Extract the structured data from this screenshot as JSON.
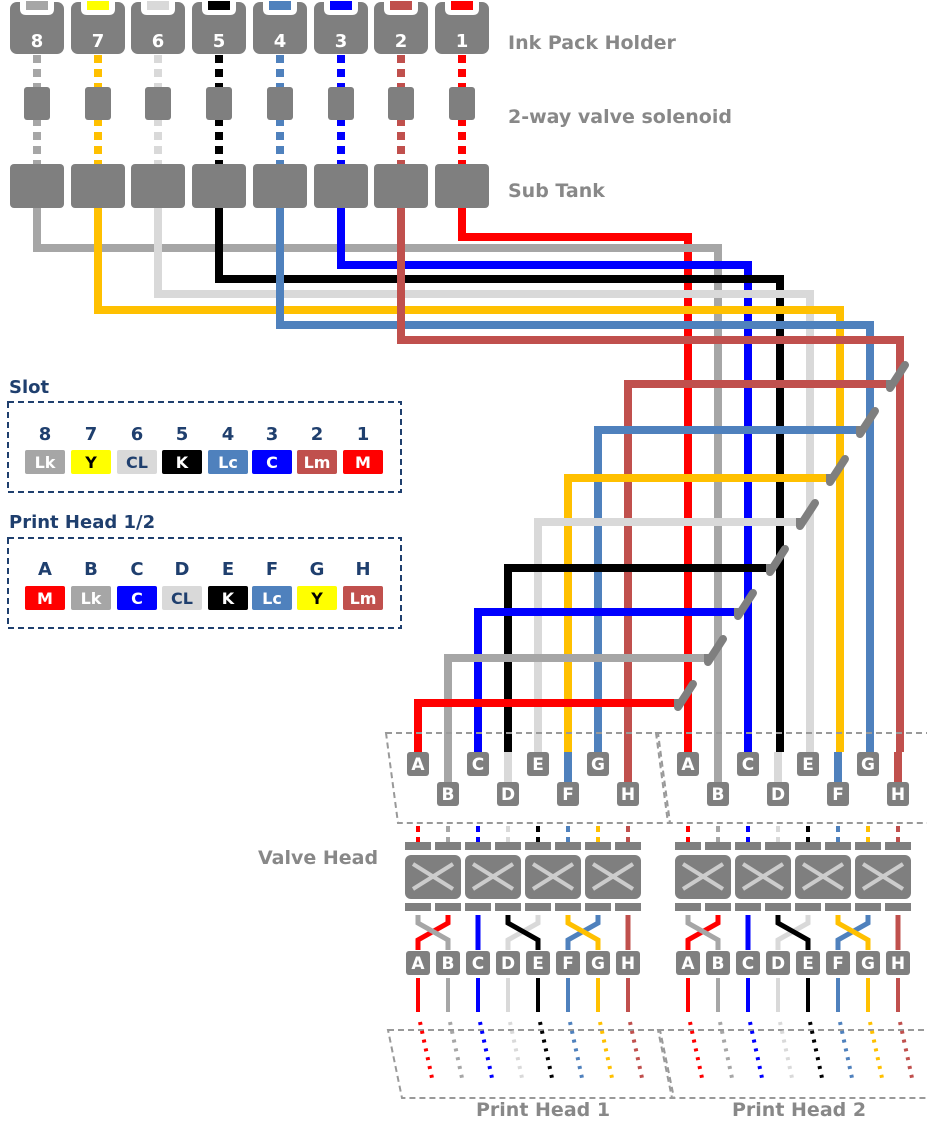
{
  "colors": {
    "M": "#ff0000",
    "Lm": "#c0504d",
    "C": "#0000ff",
    "Lc": "#4f81bd",
    "K": "#000000",
    "CL": "#d9d9d9",
    "Y": "#ffc000",
    "Lk": "#a6a6a6",
    "Y_badge": "#ffff00",
    "component": "#7f7f7f",
    "box_label": "#1f3f6e"
  },
  "labels": {
    "ink_pack_holder": "Ink Pack Holder",
    "valve_2way": "2-way valve solenoid",
    "sub_tank": "Sub Tank",
    "valve_head": "Valve Head",
    "print_head_1": "Print Head 1",
    "print_head_2": "Print Head 2"
  },
  "slot_box": {
    "title": "Slot",
    "items": [
      {
        "num": "8",
        "ink": "Lk"
      },
      {
        "num": "7",
        "ink": "Y"
      },
      {
        "num": "6",
        "ink": "CL"
      },
      {
        "num": "5",
        "ink": "K"
      },
      {
        "num": "4",
        "ink": "Lc"
      },
      {
        "num": "3",
        "ink": "C"
      },
      {
        "num": "2",
        "ink": "Lm"
      },
      {
        "num": "1",
        "ink": "M"
      }
    ]
  },
  "head_box": {
    "title": "Print Head 1/2",
    "items": [
      {
        "letter": "A",
        "ink": "M"
      },
      {
        "letter": "B",
        "ink": "Lk"
      },
      {
        "letter": "C",
        "ink": "C"
      },
      {
        "letter": "D",
        "ink": "CL"
      },
      {
        "letter": "E",
        "ink": "K"
      },
      {
        "letter": "F",
        "ink": "Lc"
      },
      {
        "letter": "G",
        "ink": "Y"
      },
      {
        "letter": "H",
        "ink": "Lm"
      }
    ]
  },
  "holder_slots": [
    {
      "num": "8",
      "ink": "Lk"
    },
    {
      "num": "7",
      "ink": "Y"
    },
    {
      "num": "6",
      "ink": "CL"
    },
    {
      "num": "5",
      "ink": "K"
    },
    {
      "num": "4",
      "ink": "Lc"
    },
    {
      "num": "3",
      "ink": "C"
    },
    {
      "num": "2",
      "ink": "Lm"
    },
    {
      "num": "1",
      "ink": "M"
    }
  ],
  "channels": [
    "A",
    "B",
    "C",
    "D",
    "E",
    "F",
    "G",
    "H"
  ]
}
